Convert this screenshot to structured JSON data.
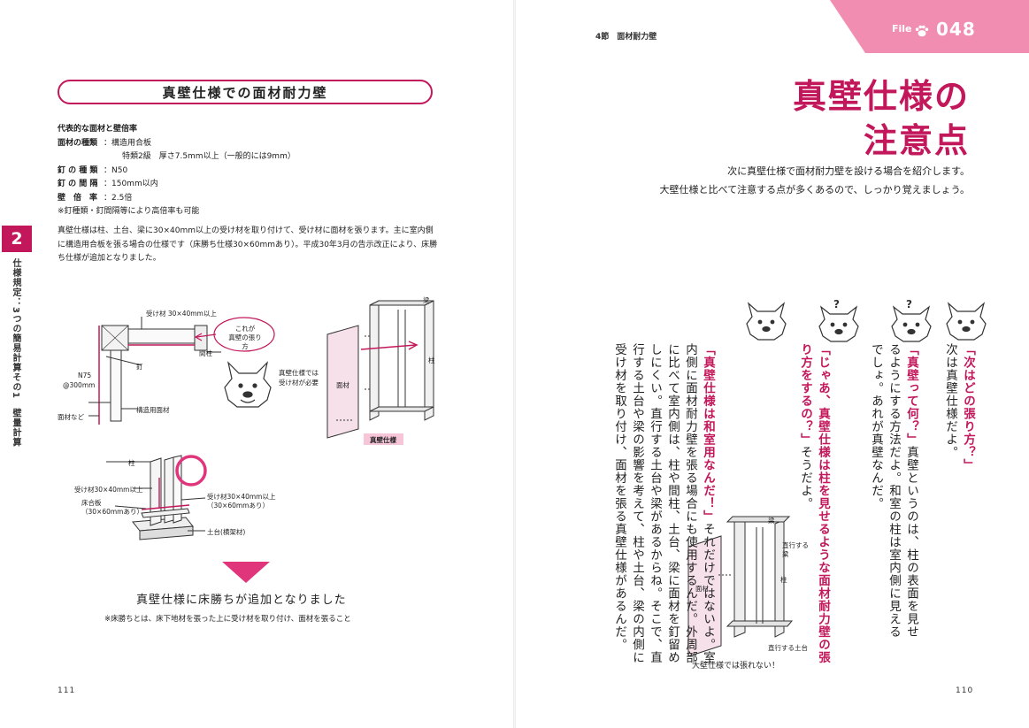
{
  "left": {
    "title": "真壁仕様での面材耐力壁",
    "spec": {
      "heading": "代表的な面材と壁倍率",
      "rows": [
        {
          "key": "面材の種類",
          "value": "：構造用合板"
        },
        {
          "key": "",
          "value": "特類2級　厚さ7.5mm以上（一般的には9mm）"
        },
        {
          "key": "釘 の 種 類",
          "value": "：N50"
        },
        {
          "key": "釘 の 間 隔",
          "value": "：150mm以内"
        },
        {
          "key": "壁　倍　率",
          "value": "：2.5倍"
        }
      ],
      "note": "※釘種類・釘間隔等により高倍率も可能"
    },
    "body": "真壁仕様は柱、土台、梁に30×40mm以上の受け材を取り付けて、受け材に面材を張ります。主に室内側に構造用合板を張る場合の仕様です（床勝ち仕様30×60mmあり）。平成30年3月の告示改正により、床勝ち仕様が追加となりました。",
    "side_tab_number": "2",
    "side_tab_text": "仕様規定：3つの簡易計算その1　壁量計算",
    "diagram1": {
      "labels": {
        "uke": "受け材 30×40mm以上",
        "mabashira": "間柱",
        "kugi": "釘",
        "n75": "N75",
        "pitch": "@300mm",
        "menzai_nado": "面材など",
        "kouzou": "構造用面材",
        "bubble": "これが\n真壁の張り方"
      }
    },
    "diagram2": {
      "labels": {
        "note": "真壁仕様では\n受け材が必要",
        "menzai": "面材",
        "hari": "梁",
        "hashira": "柱",
        "tag": "真壁仕様"
      }
    },
    "diagram3": {
      "labels": {
        "hashira": "柱",
        "uke1": "受け材30×40mm以上",
        "yukaita": "床合板\n（30×60mmあり）",
        "uke2": "受け材30×40mm以上\n（30×60mmあり）",
        "dodai": "土台(横架材)"
      }
    },
    "added_text": "真壁仕様に床勝ちが追加となりました",
    "added_note": "※床勝ちとは、床下地材を張った上に受け材を取り付け、面材を張ること",
    "page_number": "111"
  },
  "right": {
    "file_label": "File",
    "file_number": "048",
    "section": "4節　面材耐力壁",
    "title_line1": "真壁仕様の",
    "title_line2": "注意点",
    "intro_line1": "次に真壁仕様で面材耐力壁を設ける場合を紹介します。",
    "intro_line2": "大壁仕様と比べて注意する点が多くあるので、しっかり覚えましょう。",
    "columns": [
      {
        "q": "「次はどの張り方？」",
        "text": "次は真壁仕様だよ。"
      },
      {
        "q": "「真壁って何？」",
        "text": "真壁というのは、柱の表面を見せるようにする方法だよ。和室の柱は室内側に見えるでしょ。あれが真壁なんだ。"
      },
      {
        "q": "「じゃあ、真壁仕様は柱を見せるような面材耐力壁の張り方をするの？」",
        "text": "そうだよ。"
      },
      {
        "q": "「真壁仕様は和室用なんだ！」",
        "text": "それだけではないよ。室内側に面材耐力壁を張る場合にも使用するんだ。外周部に比べて室内側は、柱や間柱、土台、梁に面材を釘留めしにくい。直行する土台や梁があるからね。そこで、直行する土台や梁の影響を考えて、柱や土台、梁の内側に受け材を取り付け、面材を張る真壁仕様があるんだ。"
      }
    ],
    "diagram": {
      "menzai": "面材",
      "hari_label": "直行する\n梁",
      "hari": "梁",
      "hashira": "柱",
      "dodai": "直行する土台",
      "caption": "大壁仕様では張れない！"
    },
    "page_number": "110"
  },
  "colors": {
    "accent": "#c2185b",
    "pink": "#e0357b",
    "banner": "#f08db0"
  }
}
